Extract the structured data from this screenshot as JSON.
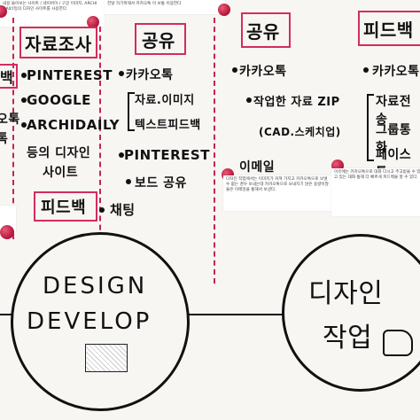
{
  "top_notes": {
    "left_snippet": "내용 들어보는 사이트 / 네이버이 / 구글 이미지, ARCHI DAILY등의 디자인 사이트를 사용한다.",
    "mid_snippet": "전달 하기위해서 카카오톡 이 보통 이용한다."
  },
  "left_column": {
    "header": "자료조사",
    "items": [
      "PINTEREST",
      "GOOGLE",
      "ARCHIDAILY",
      "등의 디자인",
      "사이트"
    ],
    "feedback_header": "피드백",
    "bottom_item": "채팅"
  },
  "mid_column": {
    "header": "공유",
    "items": [
      "카카오톡",
      "자료.이미지",
      "텍스트피드백",
      "PINTEREST",
      "보드 공유"
    ]
  },
  "right_left_column": {
    "header": "공유",
    "items": [
      "카카오톡",
      "작업한 자료 ZIP",
      "(CAD.스케치업)",
      "이메일"
    ],
    "note": "다자인 작업에서는 이미지가 커져 가지고 카카오톡으로 보낼 수 없는 경우 보내는데 카카오톡으로 보내지기 않은 용량이많을은 이메일을 통해서 보낸다."
  },
  "right_column": {
    "header": "피드백",
    "items": [
      "카카오톡",
      "자료전송",
      "그룹통화",
      "페이스톡"
    ],
    "note": "이유에는 카카오톡으로 대화 다시고 주고받을 수 있고 있는 대화 통해 더 빠르게 피드백을 할 수 있다."
  },
  "left_side_partial": {
    "header": "백",
    "items": [
      "오톡",
      "톡"
    ]
  },
  "circles": {
    "left_line1": "DESIGN",
    "left_line2": "DEVELOP",
    "right_line1": "디자인",
    "right_line2": "작업"
  },
  "colors": {
    "accent": "#d12d5e",
    "pin": "#b3123a",
    "ink": "#111111",
    "paper": "#f7f6f3"
  }
}
